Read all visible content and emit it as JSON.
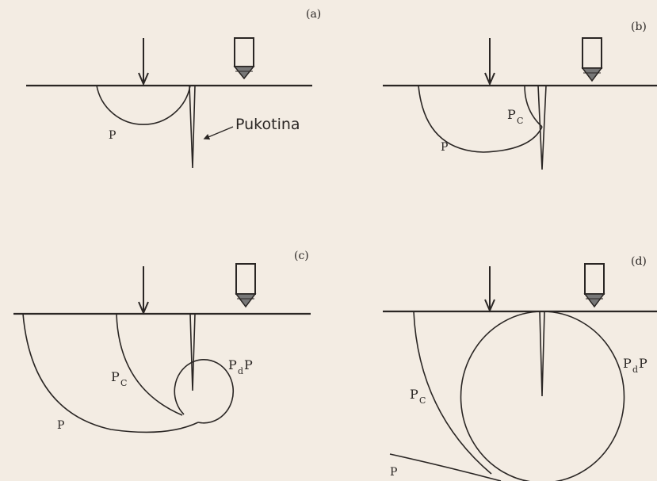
{
  "figure": {
    "panels": [
      {
        "id": "a",
        "label": "(a)",
        "curves": [
          "P"
        ],
        "crack_label": "Pukotina"
      },
      {
        "id": "b",
        "label": "(b)",
        "curves": [
          "P",
          "PC"
        ]
      },
      {
        "id": "c",
        "label": "(c)",
        "curves": [
          "P",
          "PC",
          "PdP"
        ]
      },
      {
        "id": "d",
        "label": "(d)",
        "curves": [
          "P",
          "PC",
          "PdP"
        ]
      }
    ],
    "text": {
      "P": "P",
      "P_main": "P",
      "C_sub": "C",
      "d_sub": "d"
    }
  }
}
